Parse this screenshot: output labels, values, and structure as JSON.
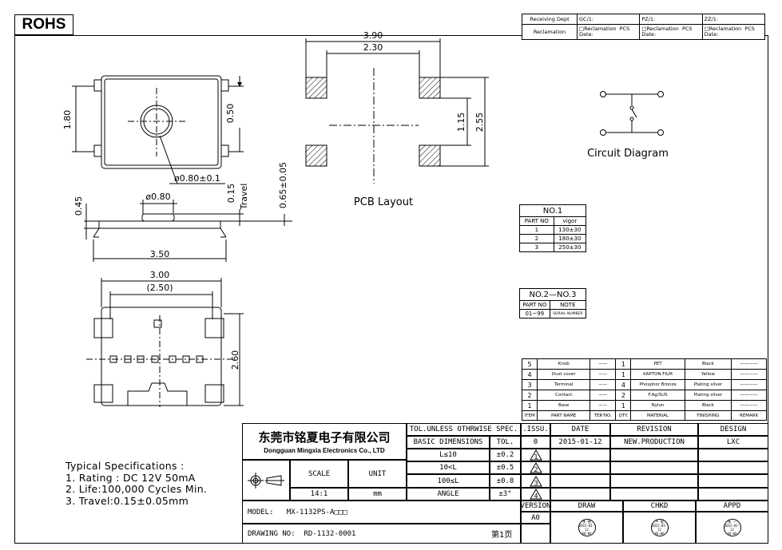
{
  "badge": "ROHS",
  "receiving": {
    "rows": [
      [
        "Receiving Dept",
        "GC/1:",
        "PZ/1:",
        "ZZ/1:"
      ],
      [
        "Reclamation",
        "□Reclamation  PCS\nDate:",
        "□Reclamation  PCS\nDate:",
        "□Reclamation  PCS\nDate:"
      ]
    ]
  },
  "dimensions": {
    "top_view": {
      "d180": "1.80",
      "d050": "0.50",
      "dhole": "ø0.80±0.1"
    },
    "side_view": {
      "d045": "0.45",
      "d080": "ø0.80",
      "d015": "0.15",
      "travel": "Travel",
      "d065": "0.65±0.05",
      "d350": "3.50"
    },
    "bottom_view": {
      "d300": "3.00",
      "d250": "(2.50)",
      "d260": "2.60"
    },
    "pcb": {
      "d390": "3.90",
      "d230": "2.30",
      "d115": "1.15",
      "d255": "2.55",
      "label": "PCB Layout"
    }
  },
  "circuit_label": "Circuit Diagram",
  "no1": {
    "title": "NO.1",
    "headers": [
      "PART NO",
      "vigor"
    ],
    "rows": [
      [
        "1",
        "130±30"
      ],
      [
        "2",
        "180±30"
      ],
      [
        "3",
        "250±30"
      ]
    ]
  },
  "no23": {
    "title": "NO.2—NO.3",
    "headers": [
      "PART NO",
      "NOTE"
    ],
    "rows": [
      [
        "01~99",
        "SORIAL NUMBER"
      ]
    ]
  },
  "bom": {
    "headers": [
      "ITEM",
      "PART NAME",
      "TER'NO.",
      "QTY.",
      "MATERIAL",
      "FINISHING",
      "REMARK"
    ],
    "rows": [
      [
        "5",
        "Knob",
        "——",
        "1",
        "PET",
        "Black",
        "————"
      ],
      [
        "4",
        "Dust cover",
        "——",
        "1",
        "KAPTON FILM",
        "Yellow",
        "————"
      ],
      [
        "3",
        "Terminal",
        "——",
        "4",
        "Phosphor Bronze",
        "Plating silver",
        "————"
      ],
      [
        "2",
        "Contact",
        "——",
        "2",
        "F.Ag/SUS",
        "Plating silver",
        "————"
      ],
      [
        "1",
        "Base",
        "——",
        "1",
        "Nylon",
        "Black",
        "————"
      ]
    ]
  },
  "specs": {
    "title": "Typical Specifications :",
    "lines": [
      "1. Rating : DC 12V 50mA",
      "2. Life:100,000 Cycles Min.",
      "3. Travel:0.15±0.05mm"
    ]
  },
  "titleblock": {
    "company_cn": "东莞市铭夏电子有限公司",
    "company_en": "Dongguan Mingxia Electronics Co., LTD",
    "scale_label": "SCALE",
    "unit_label": "UNIT",
    "scale_value": "14:1",
    "unit_value": "mm",
    "tol_title": "TOL.UNLESS OTHRWISE SPEC.",
    "basic_dim": "BASIC DIMENSIONS",
    "tol_label": "TOL.",
    "tol_rows": [
      [
        "L≤10",
        "±0.2"
      ],
      [
        "10<L",
        "±0.5"
      ],
      [
        "100≤L",
        "±0.8"
      ],
      [
        "ANGLE",
        "±3°"
      ]
    ],
    "issu": ".ISSU.",
    "date": "DATE",
    "revision": "REVISION",
    "design": "DESIGN",
    "rev_rows": [
      [
        "0",
        "2015-01-12",
        "NEW.PRODUCTION",
        "LXC"
      ]
    ],
    "tri_marks": [
      "1",
      "2",
      "3",
      "4"
    ],
    "version_label": "VERSION",
    "version_value": "A0",
    "draw": "DRAW",
    "chkd": "CHKD",
    "appd": "APPD",
    "model_label": "MODEL:",
    "model_value": "MX-1132PS-A□□□",
    "drawing_label": "DRAWING NO:",
    "drawing_value": "RD-1132-0001",
    "page": "第1页",
    "stamps": [
      [
        "李 德",
        "2015-01-12",
        "XQ-WX"
      ],
      [
        "卢 振",
        "2015-01-12",
        "XQ-WX"
      ],
      [
        "朱 一",
        "2015-01-12",
        "XQ-WX"
      ]
    ]
  }
}
